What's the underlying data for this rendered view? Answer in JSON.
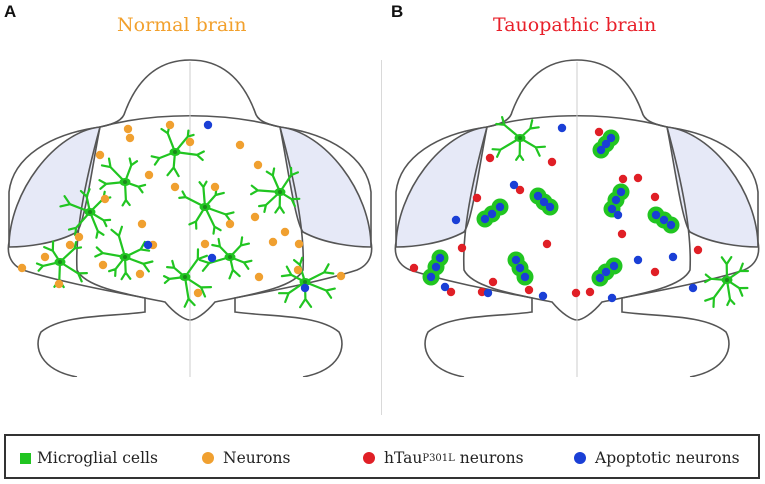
{
  "panels": {
    "a": {
      "letter": "A",
      "title": "Normal brain",
      "title_color": "#f2a02c"
    },
    "b": {
      "letter": "B",
      "title": "Tauopathic brain",
      "title_color": "#e8202a"
    }
  },
  "legend": {
    "microglia": {
      "label": "Microglial cells",
      "color": "#21c521"
    },
    "neurons": {
      "label": "Neurons",
      "color": "#f0a030"
    },
    "htau": {
      "label_prefix": "hTau",
      "label_sup": "P301L",
      "label_suffix": " neurons",
      "color": "#e01f26"
    },
    "apoptotic": {
      "label": "Apoptotic neurons",
      "color": "#1a3fd6"
    }
  },
  "colors": {
    "outline": "#555555",
    "lobe_fill": "#e6e9f7",
    "midline": "#cccccc",
    "microglia_body": "#1b8a1b"
  }
}
